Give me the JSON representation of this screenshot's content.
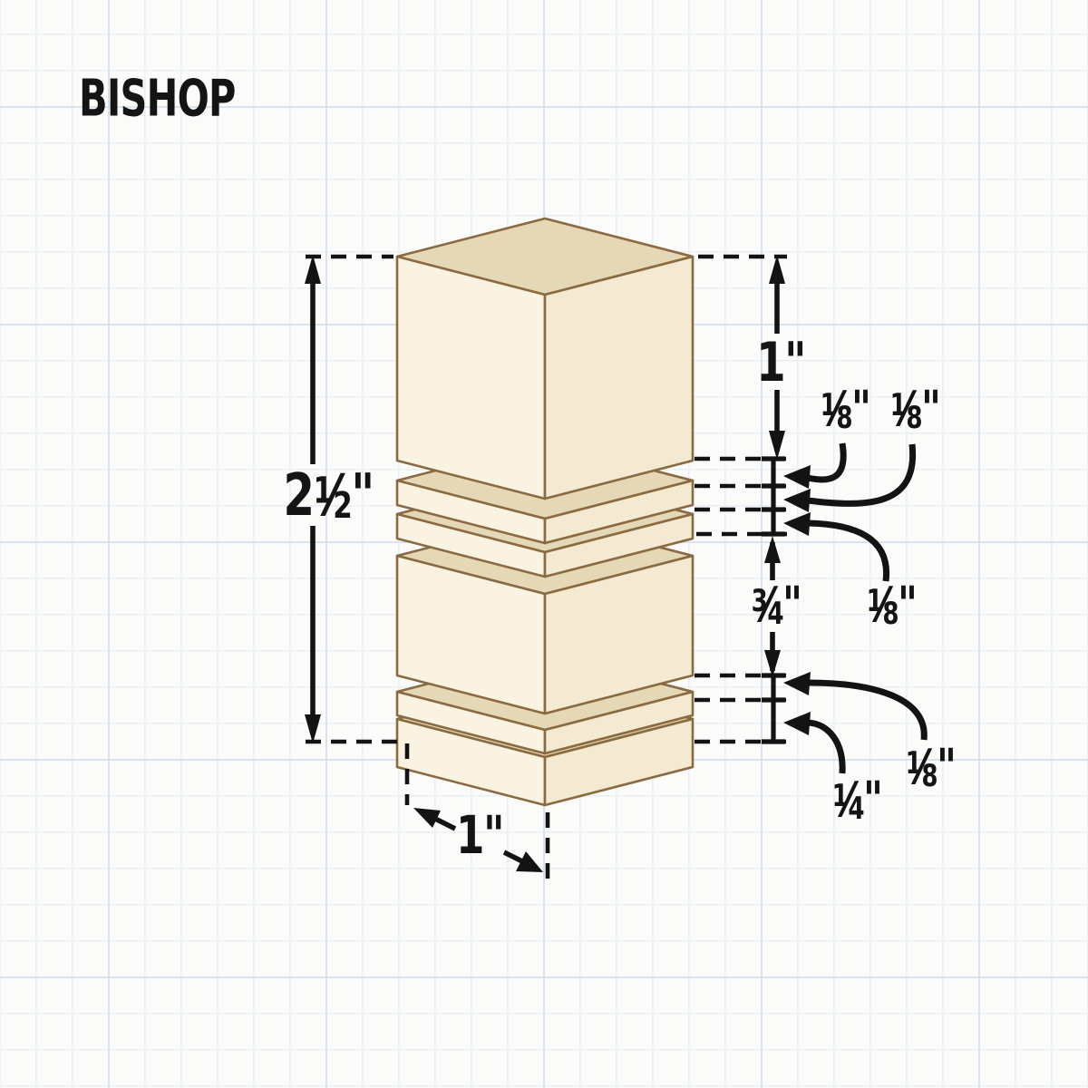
{
  "title": "BISHOP",
  "labels": {
    "total_height": {
      "whole": "2",
      "num": "1",
      "slash": "⁄",
      "den": "2",
      "unit": "\""
    },
    "top_block_height": {
      "whole": "1",
      "unit": "\""
    },
    "ring_1": {
      "num": "1",
      "slash": "⁄",
      "den": "8",
      "unit": "\""
    },
    "ring_2": {
      "num": "1",
      "slash": "⁄",
      "den": "8",
      "unit": "\""
    },
    "ring_3": {
      "num": "1",
      "slash": "⁄",
      "den": "8",
      "unit": "\""
    },
    "collar_height": {
      "num": "3",
      "slash": "⁄",
      "den": "4",
      "unit": "\""
    },
    "foot_ring": {
      "num": "1",
      "slash": "⁄",
      "den": "8",
      "unit": "\""
    },
    "base_height": {
      "num": "1",
      "slash": "⁄",
      "den": "4",
      "unit": "\""
    },
    "base_width": {
      "whole": "1",
      "unit": "\""
    }
  },
  "colors": {
    "wood_top": "#e4d8b6",
    "wood_left": "#faf3e1",
    "wood_right": "#f3ead1",
    "outline": "#8a6a40",
    "annotation": "#131313",
    "grid_minor": "#e9eff6",
    "grid_major": "#d7e3ef"
  }
}
